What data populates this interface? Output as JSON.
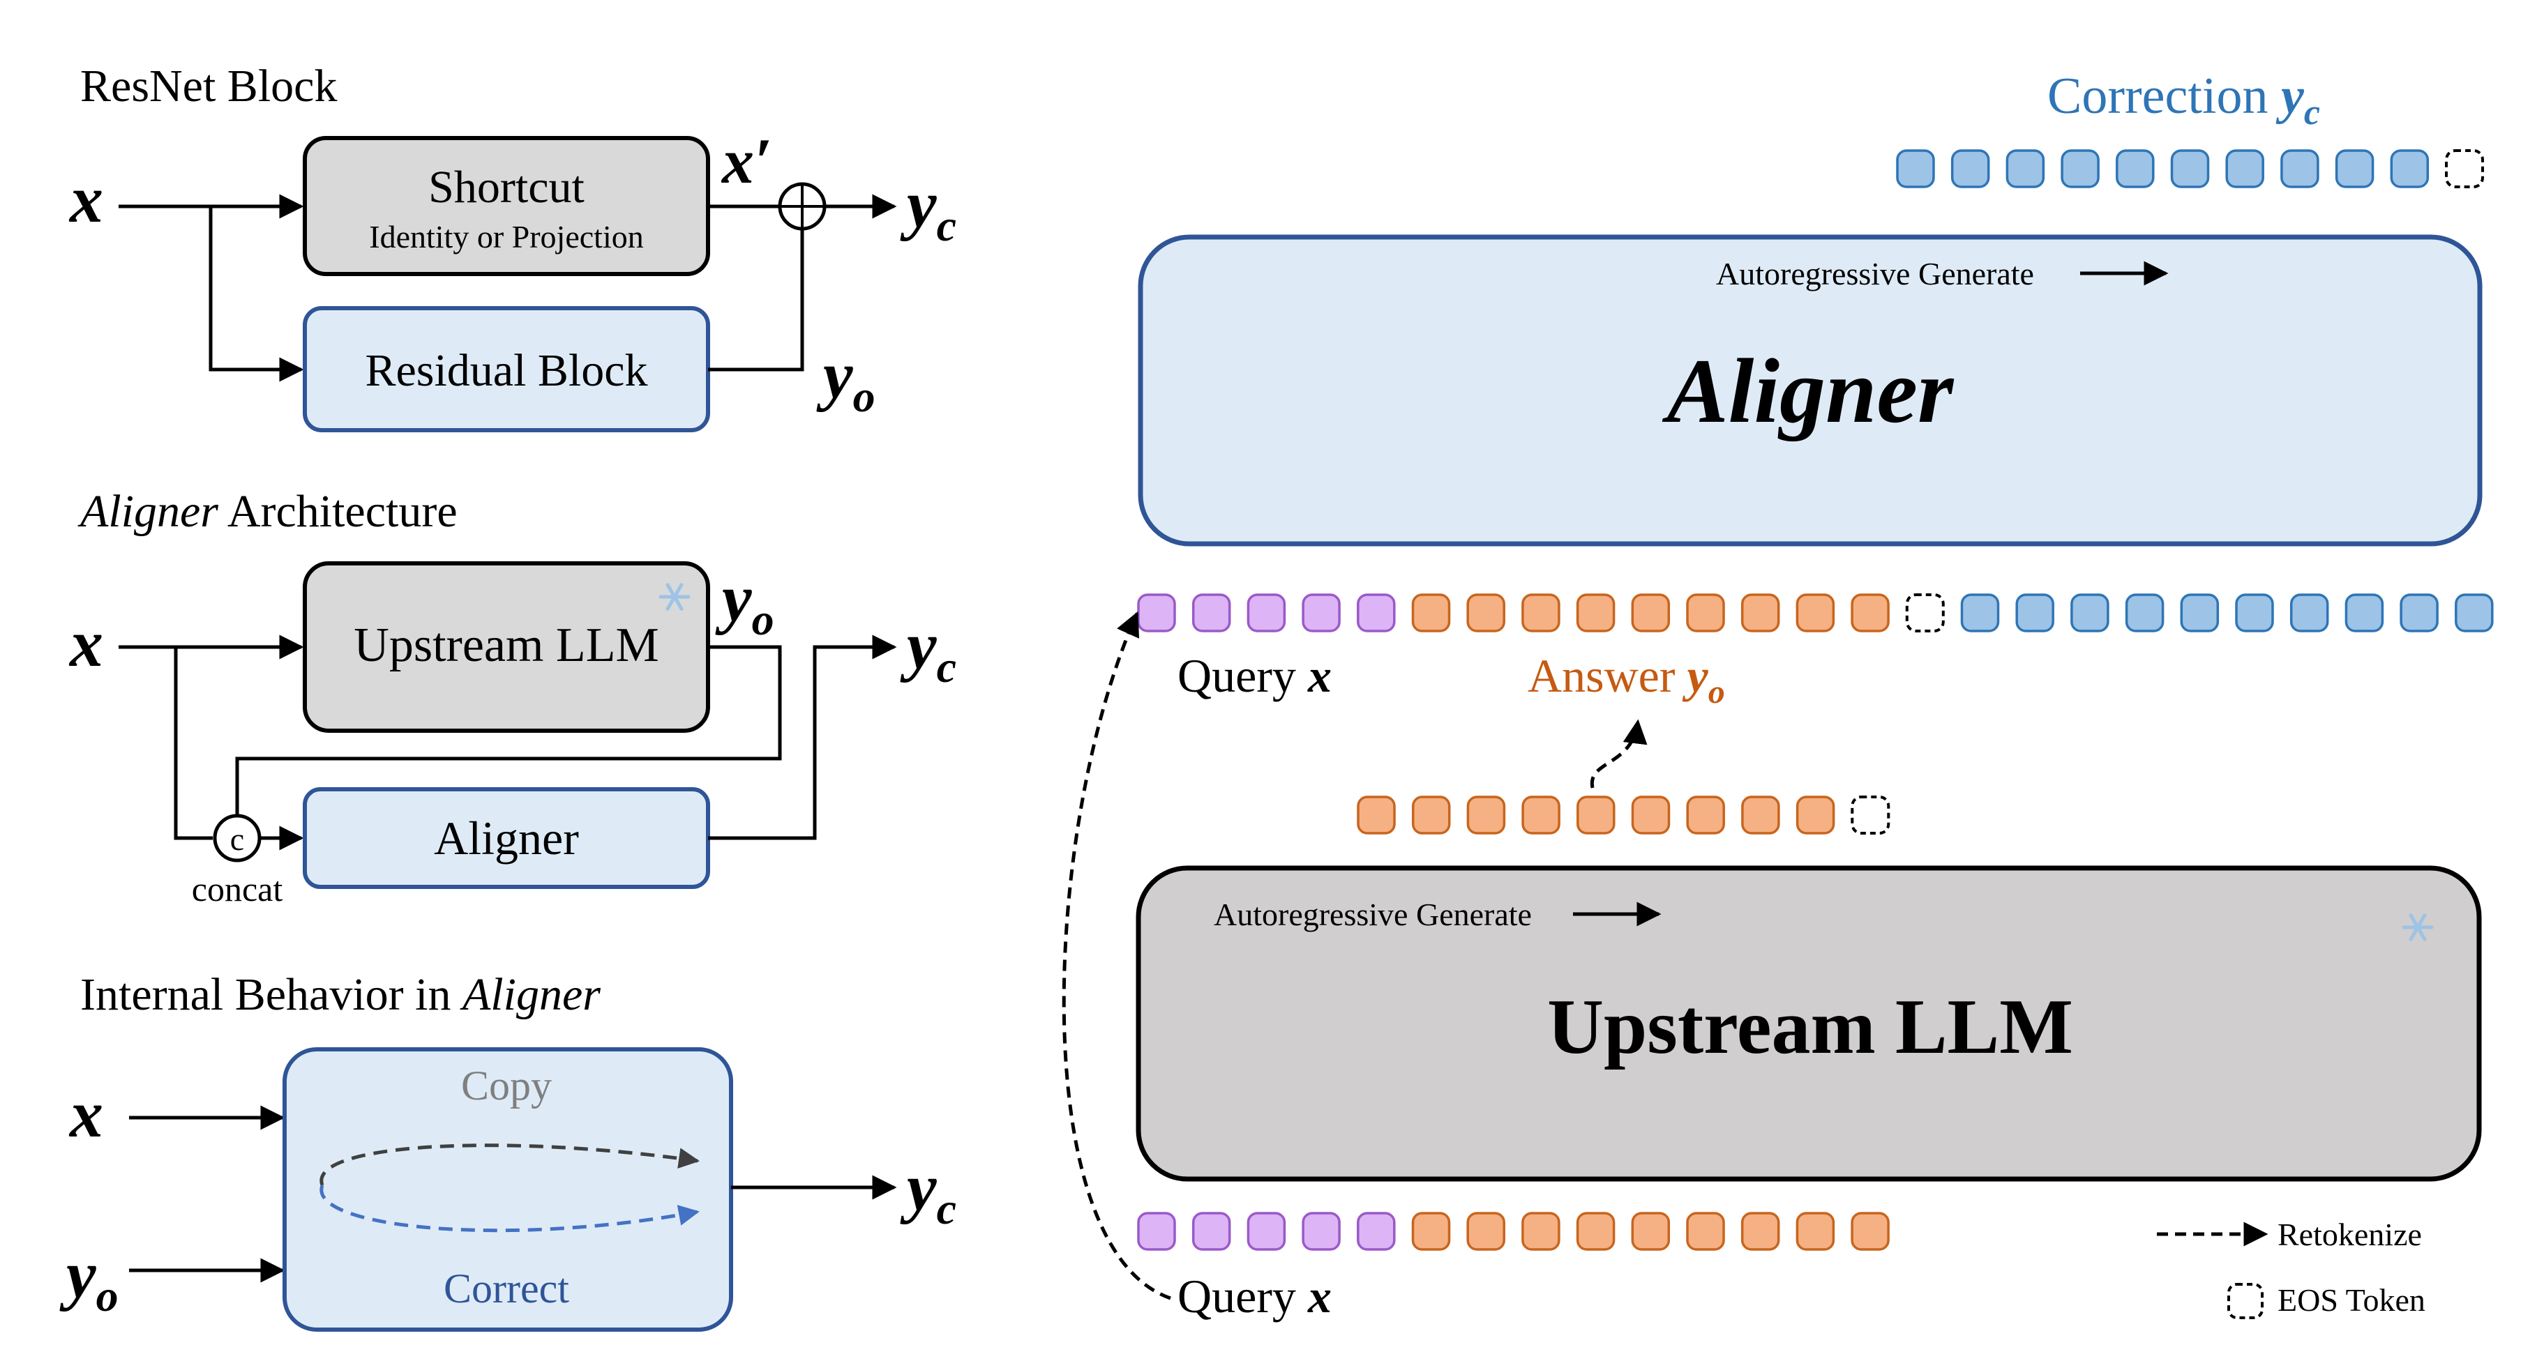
{
  "resnet": {
    "title": "ResNet Block",
    "shortcut_label": "Shortcut",
    "shortcut_sub": "Identity or Projection",
    "residual_label": "Residual Block",
    "x": "x",
    "x_prime": "x′",
    "y_c": "y",
    "y_c_sub": "c",
    "y_o": "y",
    "y_o_sub": "o"
  },
  "arch": {
    "title_italic": "Aligner",
    "title_rest": " Architecture",
    "upstream_label": "Upstream LLM",
    "aligner_label": "Aligner",
    "concat_symbol": "c",
    "concat_label": "concat",
    "x": "x",
    "y_o": "y",
    "y_o_sub": "o",
    "y_c": "y",
    "y_c_sub": "c"
  },
  "internal": {
    "title_rest": "Internal Behavior in ",
    "title_italic": "Aligner",
    "copy_label": "Copy",
    "correct_label": "Correct",
    "x": "x",
    "y_o": "y",
    "y_o_sub": "o",
    "y_c": "y",
    "y_c_sub": "c"
  },
  "right": {
    "correction_label": "Correction ",
    "correction_var": "y",
    "correction_sub": "c",
    "aligner_title": "Aligner",
    "aligner_caption": "Autoregressive Generate",
    "upstream_title": "Upstream LLM",
    "upstream_caption": "Autoregressive Generate",
    "query_label": "Query ",
    "query_var": "x",
    "answer_label": "Answer ",
    "answer_var": "y",
    "answer_sub": "o",
    "query2_label": "Query ",
    "query2_var": "x",
    "legend_retokenize": "Retokenize",
    "legend_eos": "EOS Token"
  },
  "colors": {
    "purple_fill": "#DDB4F5",
    "purple_stroke": "#9B59C9",
    "orange_fill": "#F5B183",
    "orange_stroke": "#C8651E",
    "blue_fill": "#9DC3E6",
    "blue_stroke": "#2E75B6",
    "aligner_box_fill": "#DEEBF7",
    "box_stroke": "#2F5597",
    "gray_fill": "#D9D9D9",
    "correction_text": "#2E75B6",
    "answer_text": "#C55A11"
  }
}
